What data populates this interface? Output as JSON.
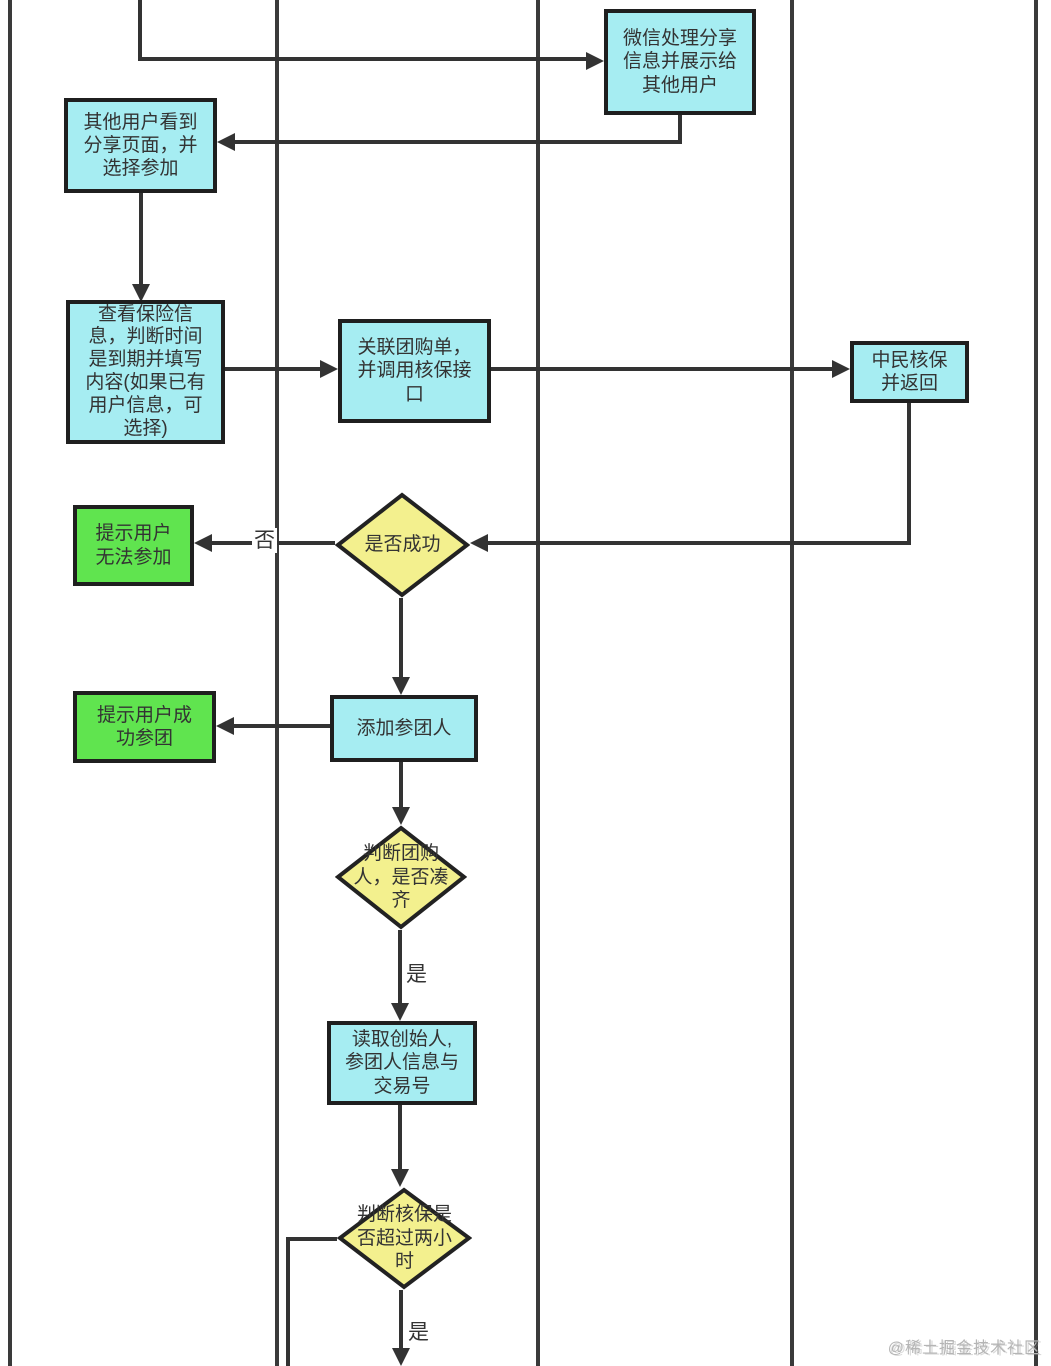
{
  "colors": {
    "process_fill": "#a6edf2",
    "decision_fill": "#f3f08e",
    "terminal_fill": "#60e44f",
    "line": "#333333"
  },
  "nodes": {
    "wechat_share": {
      "text": "微信处理分享\n信息并展示给\n其他用户",
      "type": "process"
    },
    "user_sees_share": {
      "text": "其他用户看到\n分享页面，并\n选择参加",
      "type": "process"
    },
    "view_insurance": {
      "text": "查看保险信\n息，判断时间\n是到期并填写\n内容(如果已有\n用户信息，可\n选择)",
      "type": "process"
    },
    "link_group_order": {
      "text": "关联团购单，\n并调用核保接\n口",
      "type": "process"
    },
    "zhongmin_underwrite": {
      "text": "中民核保\n并返回",
      "type": "process"
    },
    "is_success": {
      "text": "是否成功",
      "type": "decision"
    },
    "notify_cannot_join": {
      "text": "提示用户\n无法参加",
      "type": "terminal"
    },
    "add_participant": {
      "text": "添加参团人",
      "type": "process"
    },
    "notify_join_success": {
      "text": "提示用户成\n功参团",
      "type": "terminal"
    },
    "is_group_full": {
      "text": "判断团购\n人，是否凑\n齐",
      "type": "decision"
    },
    "read_founder_info": {
      "text": "读取创始人,\n参团人信息与\n交易号",
      "type": "process"
    },
    "is_over_two_hours": {
      "text": "判断核保是\n否超过两小\n时",
      "type": "decision"
    }
  },
  "edge_labels": {
    "no_success": "否",
    "yes_group_full": "是",
    "yes_over_two_hours": "是"
  },
  "watermark": "@稀土掘金技术社区"
}
